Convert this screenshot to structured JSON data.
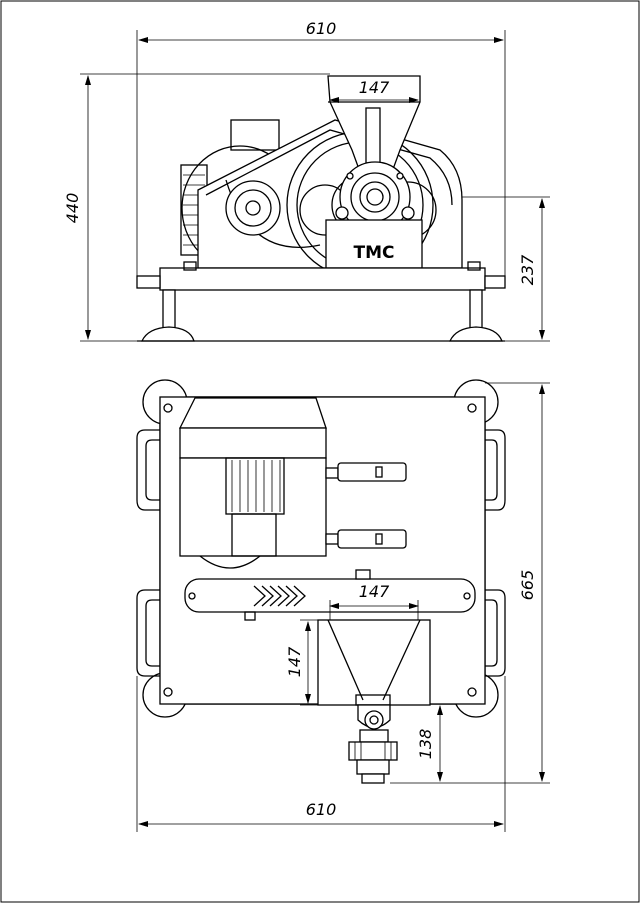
{
  "drawing": {
    "front_view": {
      "dim_overall_width": "610",
      "dim_hopper_width": "147",
      "dim_overall_height": "440",
      "dim_shaft_height": "237",
      "logo_text": "TMC"
    },
    "top_view": {
      "dim_hopper_width": "147",
      "dim_hopper_depth": "147",
      "dim_overall_depth": "665",
      "dim_outlet_extension": "138",
      "dim_overall_width": "610"
    }
  }
}
